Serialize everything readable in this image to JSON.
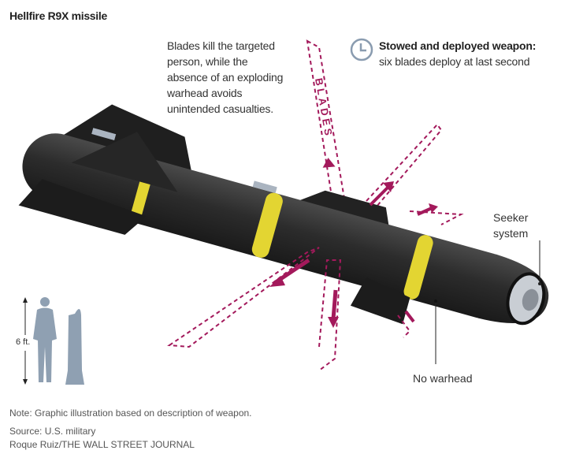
{
  "title": "Hellfire R9X missile",
  "description": [
    "Blades kill the targeted",
    "person, while the",
    "absence of an exploding",
    "warhead avoids",
    "unintended casualties."
  ],
  "stowed": {
    "heading": "Stowed and deployed weapon:",
    "text": "six blades deploy at last second",
    "icon": "clock-icon"
  },
  "blades_label": "BLADES",
  "labels": {
    "seeker": [
      "Seeker",
      "system"
    ],
    "no_warhead": "No warhead",
    "scale": "6 ft."
  },
  "footer": {
    "note": "Note: Graphic illustration based on description of weapon.",
    "source": "Source: U.S. military",
    "credit": "Roque Ruiz/THE WALL STREET JOURNAL"
  },
  "colors": {
    "blade": "#a3195b",
    "body": "#2f2f2f",
    "band": "#e3d532",
    "silhouette": "#8fa0b2"
  }
}
